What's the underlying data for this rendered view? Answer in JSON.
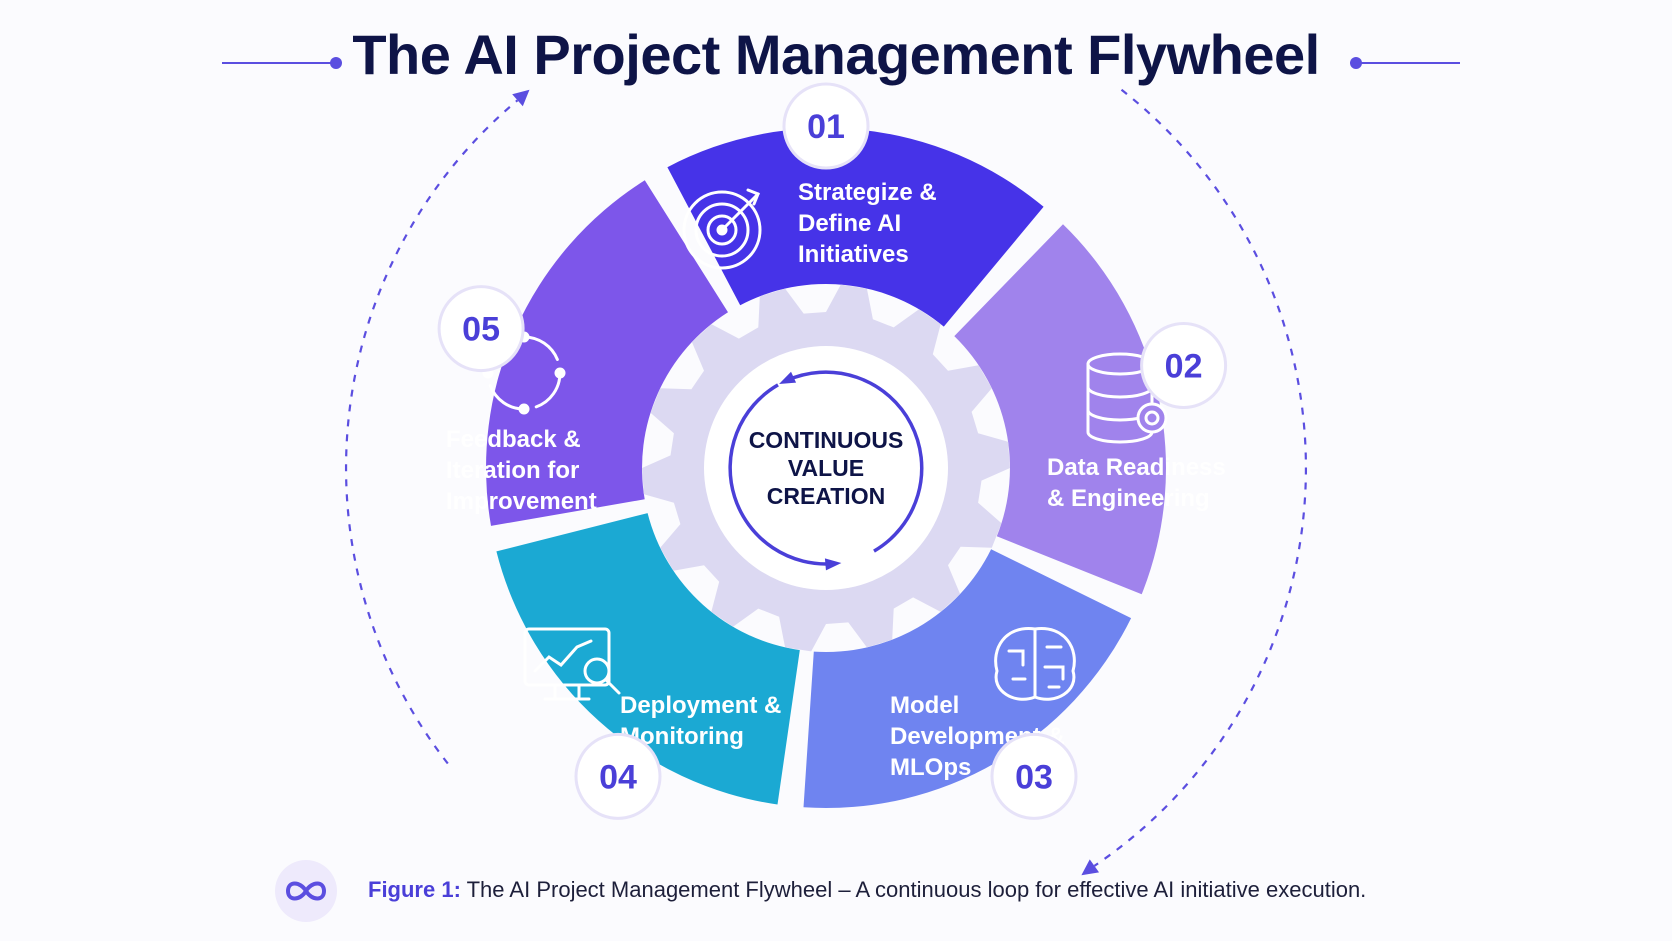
{
  "title": "The AI Project Management Flywheel",
  "center": {
    "lines": [
      "CONTINUOUS",
      "VALUE",
      "CREATION"
    ]
  },
  "stages": [
    {
      "number": "01",
      "lines": [
        "Strategize &",
        "Define AI",
        "Initiatives"
      ],
      "icon": "target-icon",
      "color": "#4633e8"
    },
    {
      "number": "02",
      "lines": [
        "Data Readiness",
        "& Engineering"
      ],
      "icon": "database-gear-icon",
      "color": "#a083ec"
    },
    {
      "number": "03",
      "lines": [
        "Model",
        "Development &",
        "MLOps"
      ],
      "icon": "brain-circuit-icon",
      "color": "#6f84f0"
    },
    {
      "number": "04",
      "lines": [
        "Deployment &",
        "Monitoring"
      ],
      "icon": "monitor-chart-icon",
      "color": "#1ba9d3"
    },
    {
      "number": "05",
      "lines": [
        "Feedback &",
        "Iteration for",
        "Improvement"
      ],
      "icon": "cycle-arrows-icon",
      "color": "#7d56ea"
    }
  ],
  "caption": {
    "label": "Figure 1:",
    "text": " The AI Project Management Flywheel – A continuous loop for effective AI initiative execution."
  },
  "caption_icon": "infinity-icon",
  "colors": {
    "accent": "#5b4ee0",
    "title": "#0e1447",
    "gear": "#dcd9f2",
    "badge_text": "#4a3fd8"
  }
}
